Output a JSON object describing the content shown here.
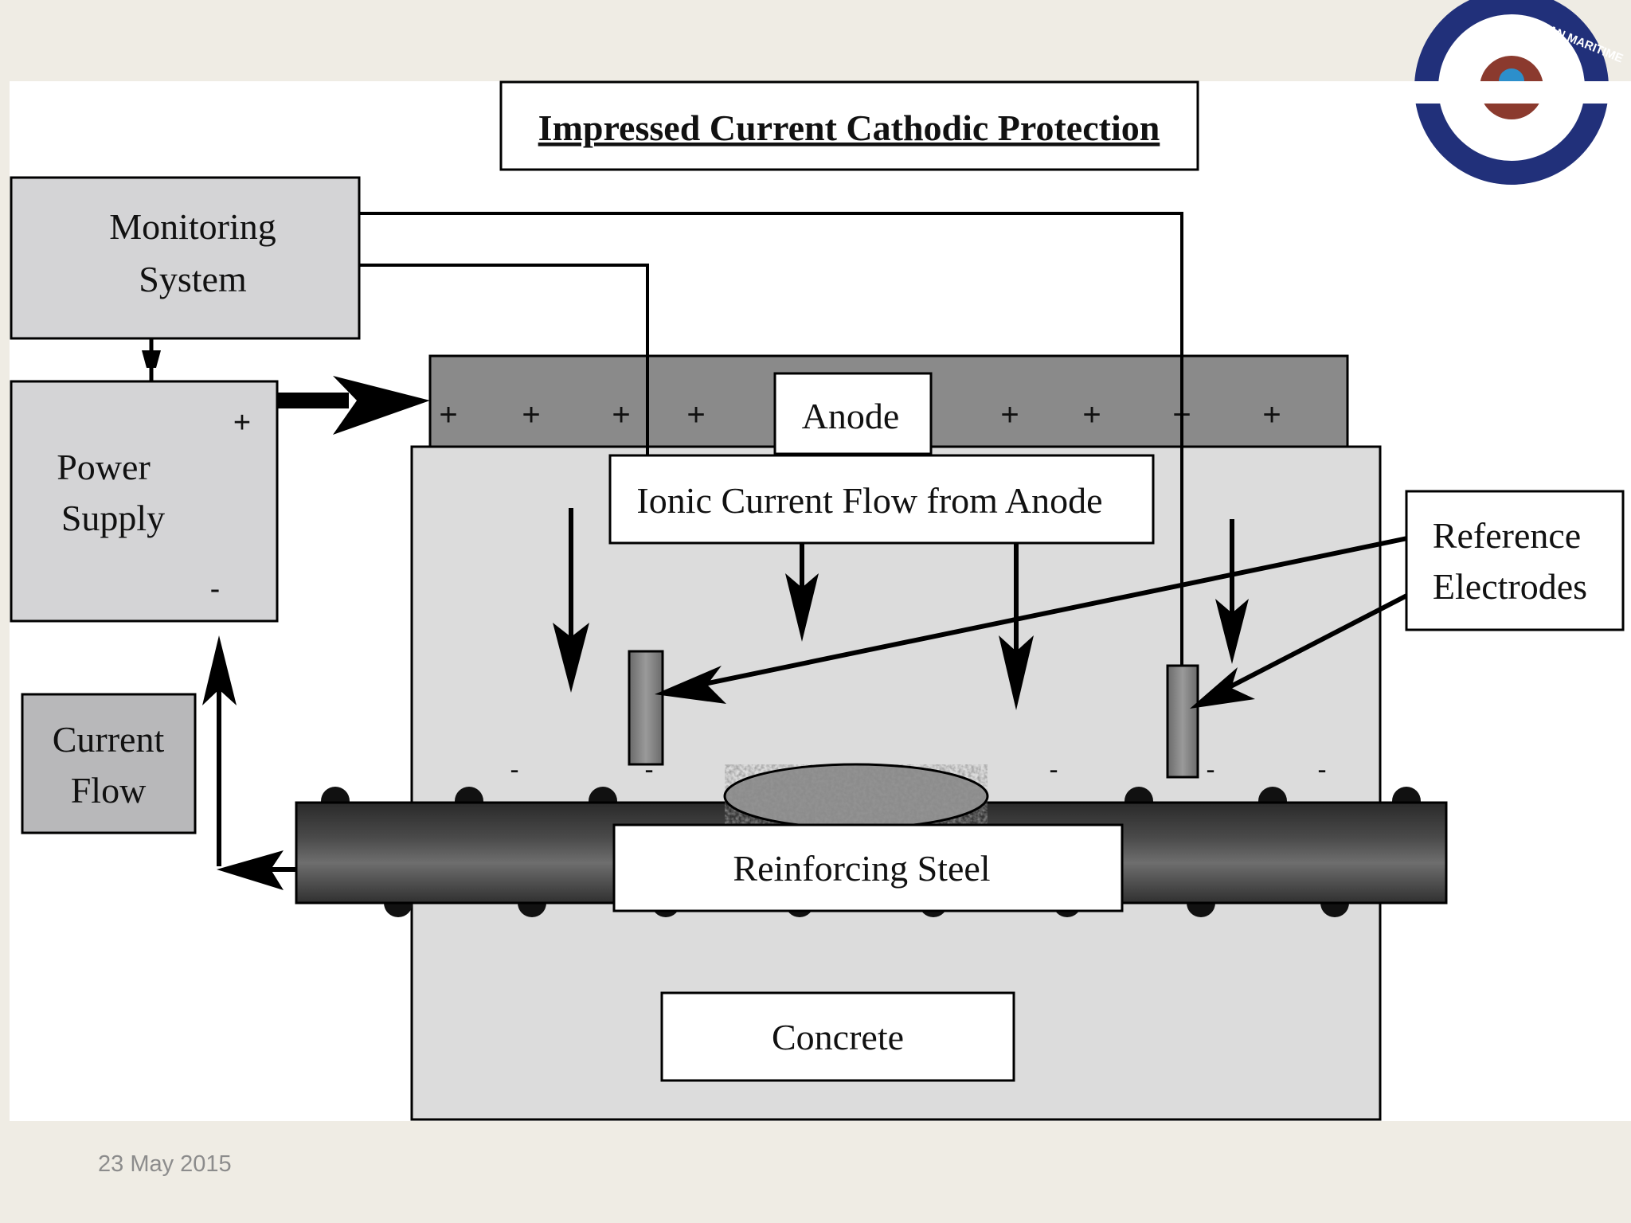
{
  "title": "Impressed Current Cathodic Protection",
  "components": {
    "monitoring_system": [
      "Monitoring",
      "System"
    ],
    "power_supply": [
      "Power",
      "Supply"
    ],
    "power_supply_positive": "+",
    "power_supply_negative": "-",
    "current_flow": [
      "Current",
      "Flow"
    ],
    "anode": "Anode",
    "ionic_flow": "Ionic Current Flow from Anode",
    "reference_electrodes": [
      "Reference",
      "Electrodes"
    ],
    "reinforcing_steel": "Reinforcing Steel",
    "concrete": "Concrete"
  },
  "anode_plus_sign": "+",
  "steel_minus_sign": "-",
  "footer_date": "23 May 2015",
  "colors": {
    "slide_background": "#EFECE4",
    "box_gray": "#D4D4D6",
    "anode_gray": "#8A8A8A",
    "steel_dark": "#3A3A3A",
    "concrete": "#D9D9D9",
    "footer_text": "#8C8C8C"
  },
  "logo": {
    "icon": "university-seal-icon",
    "text": "INDIAN MARITIME"
  }
}
